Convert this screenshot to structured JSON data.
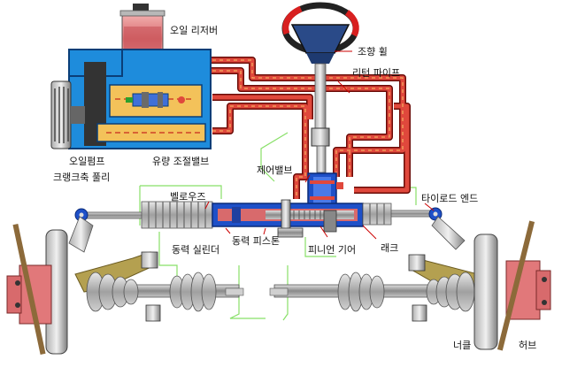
{
  "labels": {
    "oil_reservoir": "오일 리저버",
    "steering_wheel": "조향 휠",
    "return_pipe": "리턴 파이프",
    "oil_pump": "오일펌프",
    "flow_control_valve": "유량 조절밸브",
    "crankshaft_pulley": "크랭크축 풀리",
    "control_valve": "제어밸브",
    "bellows": "벨로우즈",
    "tie_rod_end": "타이로드 엔드",
    "power_cylinder": "동력 실린더",
    "power_piston": "동력 피스톤",
    "pinion_gear": "피니언 기어",
    "rack": "래크",
    "knuckle": "너클",
    "hub": "허브"
  },
  "colors": {
    "pressure_line": "#c8281e",
    "pump_body": "#1e8cdc",
    "rack_housing": "#1e50c8",
    "pink": "#e1787a",
    "steel": "#8c8c8c",
    "arm": "#b4a050",
    "leader": "#cc0000",
    "green_outline": "#88e068"
  }
}
